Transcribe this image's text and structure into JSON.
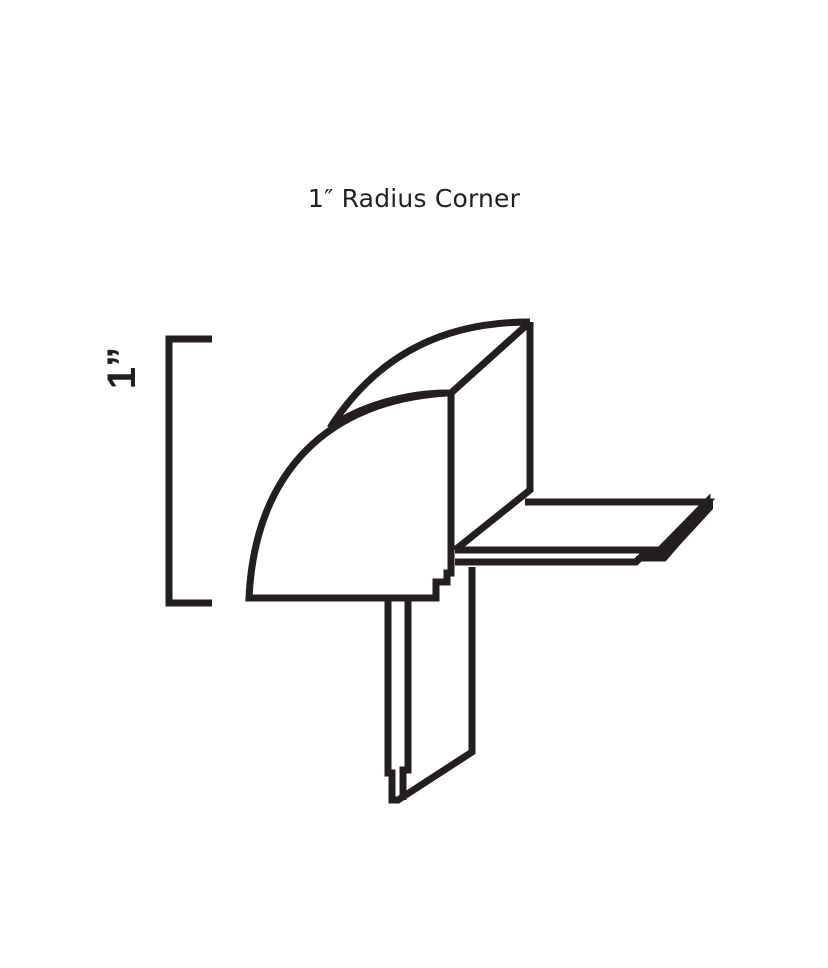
{
  "diagram": {
    "title": "1″ Radius Corner",
    "dimension_label": "1”",
    "colors": {
      "stroke": "#231f20",
      "background": "#ffffff"
    },
    "parts": [
      "dimension-bracket",
      "radius-corner-molding-front-face",
      "radius-corner-molding-top-face",
      "radius-corner-molding-side-face",
      "horizontal-panel",
      "vertical-panel"
    ]
  }
}
